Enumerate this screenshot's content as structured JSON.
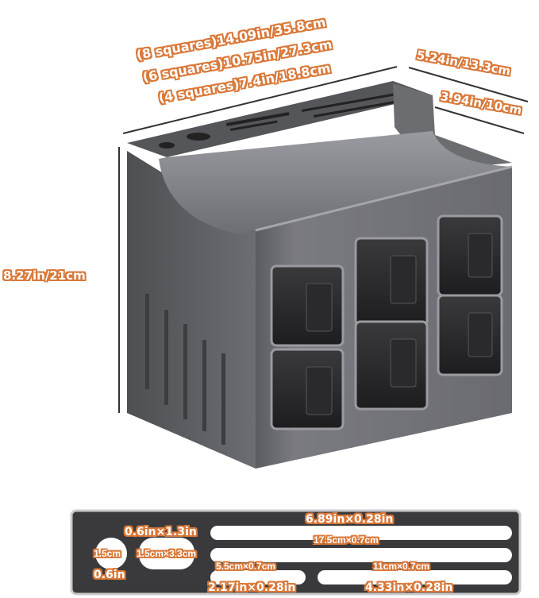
{
  "dimensions": {
    "width_8": "(8 squares)14.09in/35.8cm",
    "width_6": "(6 squares)10.75in/27.3cm",
    "width_4": "(4 squares)7.4in/18.8cm",
    "depth_outer": "5.24in/13.3cm",
    "depth_inner": "3.94in/10cm",
    "height": "8.27in/21cm"
  },
  "strip": {
    "slot_large": "0.6in×1.3in",
    "slot_large_cm": "1.5cm×3.3cm",
    "hole_cm": "1.5cm",
    "hole_in": "0.6in",
    "slot_long_in": "6.89in×0.28in",
    "slot_long_cm": "17.5cm×0.7cm",
    "slot_short_cm": "5.5cm×0.7cm",
    "slot_short_in": "2.17in×0.28in",
    "slot_mid_cm": "11cm×0.7cm",
    "slot_mid_in": "4.33in×0.28in"
  },
  "colors": {
    "label_stroke": "#d9793a",
    "body": "#6b6c70",
    "strip": "#3a3a3d"
  }
}
